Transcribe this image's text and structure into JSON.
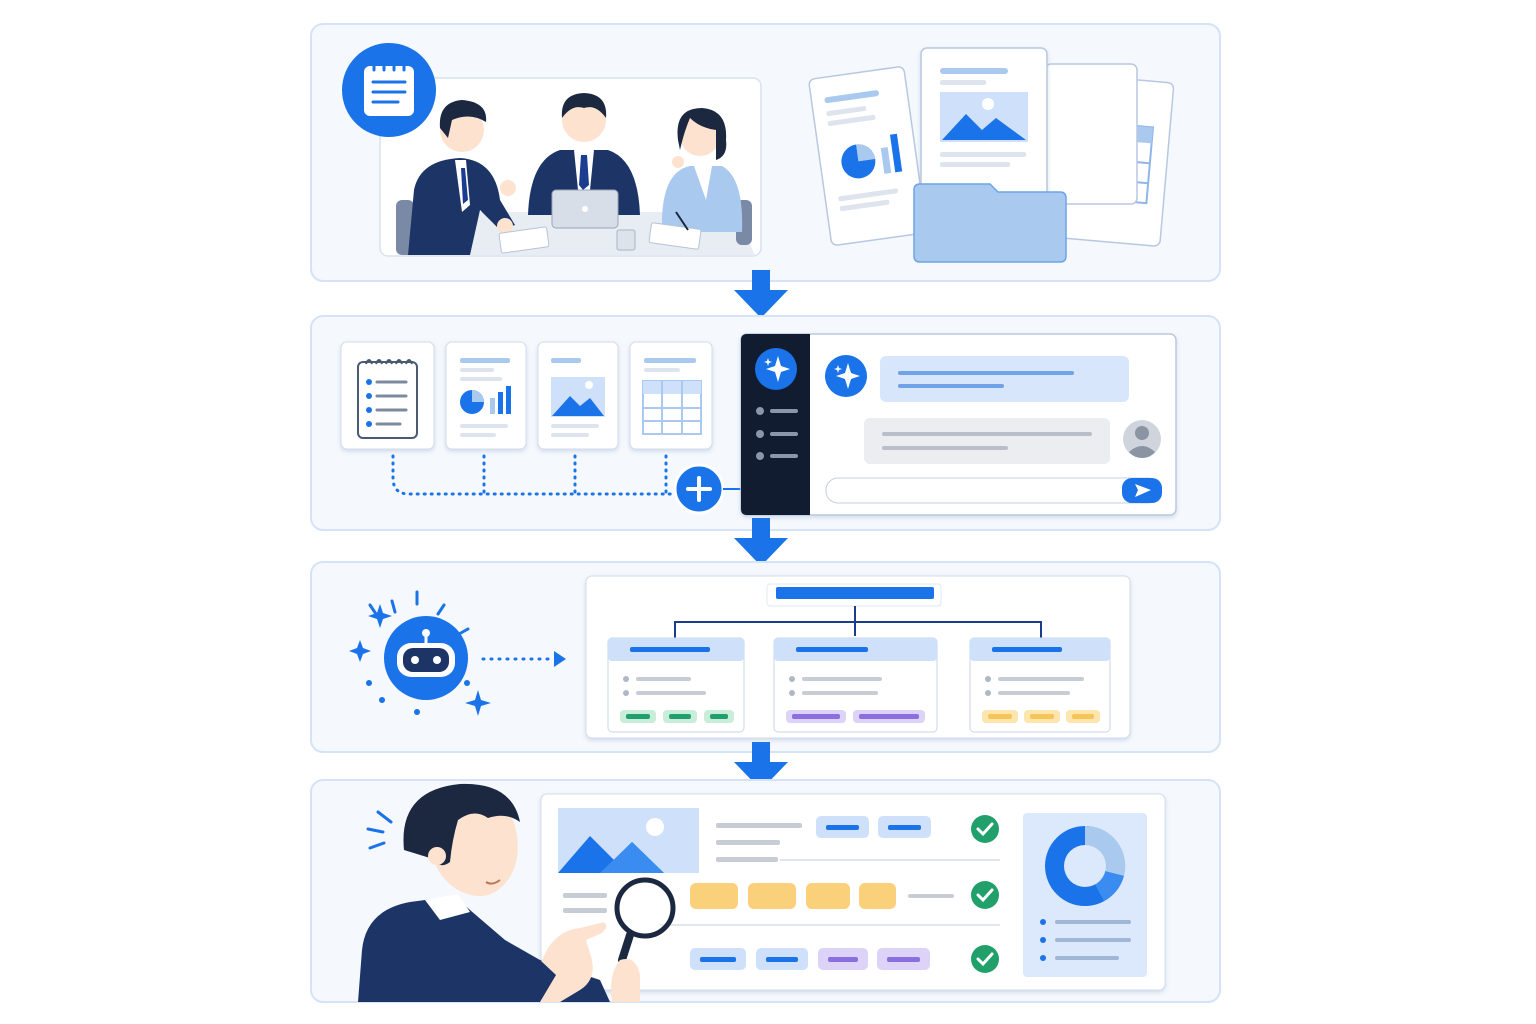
{
  "diagram": {
    "stages": [
      {
        "name": "meeting-and-documents"
      },
      {
        "name": "upload-to-ai-chat"
      },
      {
        "name": "ai-structuring"
      },
      {
        "name": "human-review"
      }
    ],
    "colors": {
      "primary": "#1a73e8",
      "navy": "#1c3566",
      "panel_bg": "#f5f8fd",
      "panel_border": "#d4e3f6",
      "light_blue": "#cfe0fb",
      "green": "#22a06b",
      "purple": "#8b6fe0",
      "yellow": "#f7c45a"
    },
    "icons": [
      "notepad-icon",
      "sparkle-icon",
      "robot-icon",
      "magnifier-icon",
      "check-icon",
      "send-icon",
      "plus-icon",
      "avatar-icon",
      "folder-icon",
      "donut-chart-icon",
      "image-icon",
      "table-icon",
      "bar-chart-icon"
    ]
  }
}
